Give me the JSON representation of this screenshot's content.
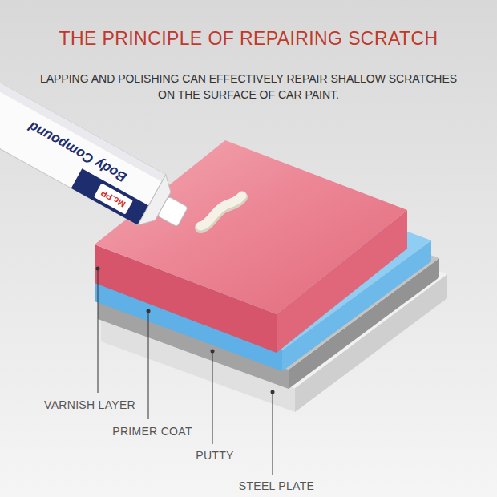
{
  "diagram": {
    "title": "THE PRINCIPLE OF REPAIRING SCRATCH",
    "labels": [
      "LAPPING AND POLISHING CAN EFFECTIVELY REPAIR SHALLOW SCRATCHES ON THE SURFACE OF CAR PAINT.",
      "Mc.PP",
      "Body Compound",
      "VARNISH LAYER",
      "PRIMER COAT",
      "PUTTY",
      "STEEL PLATE"
    ]
  }
}
